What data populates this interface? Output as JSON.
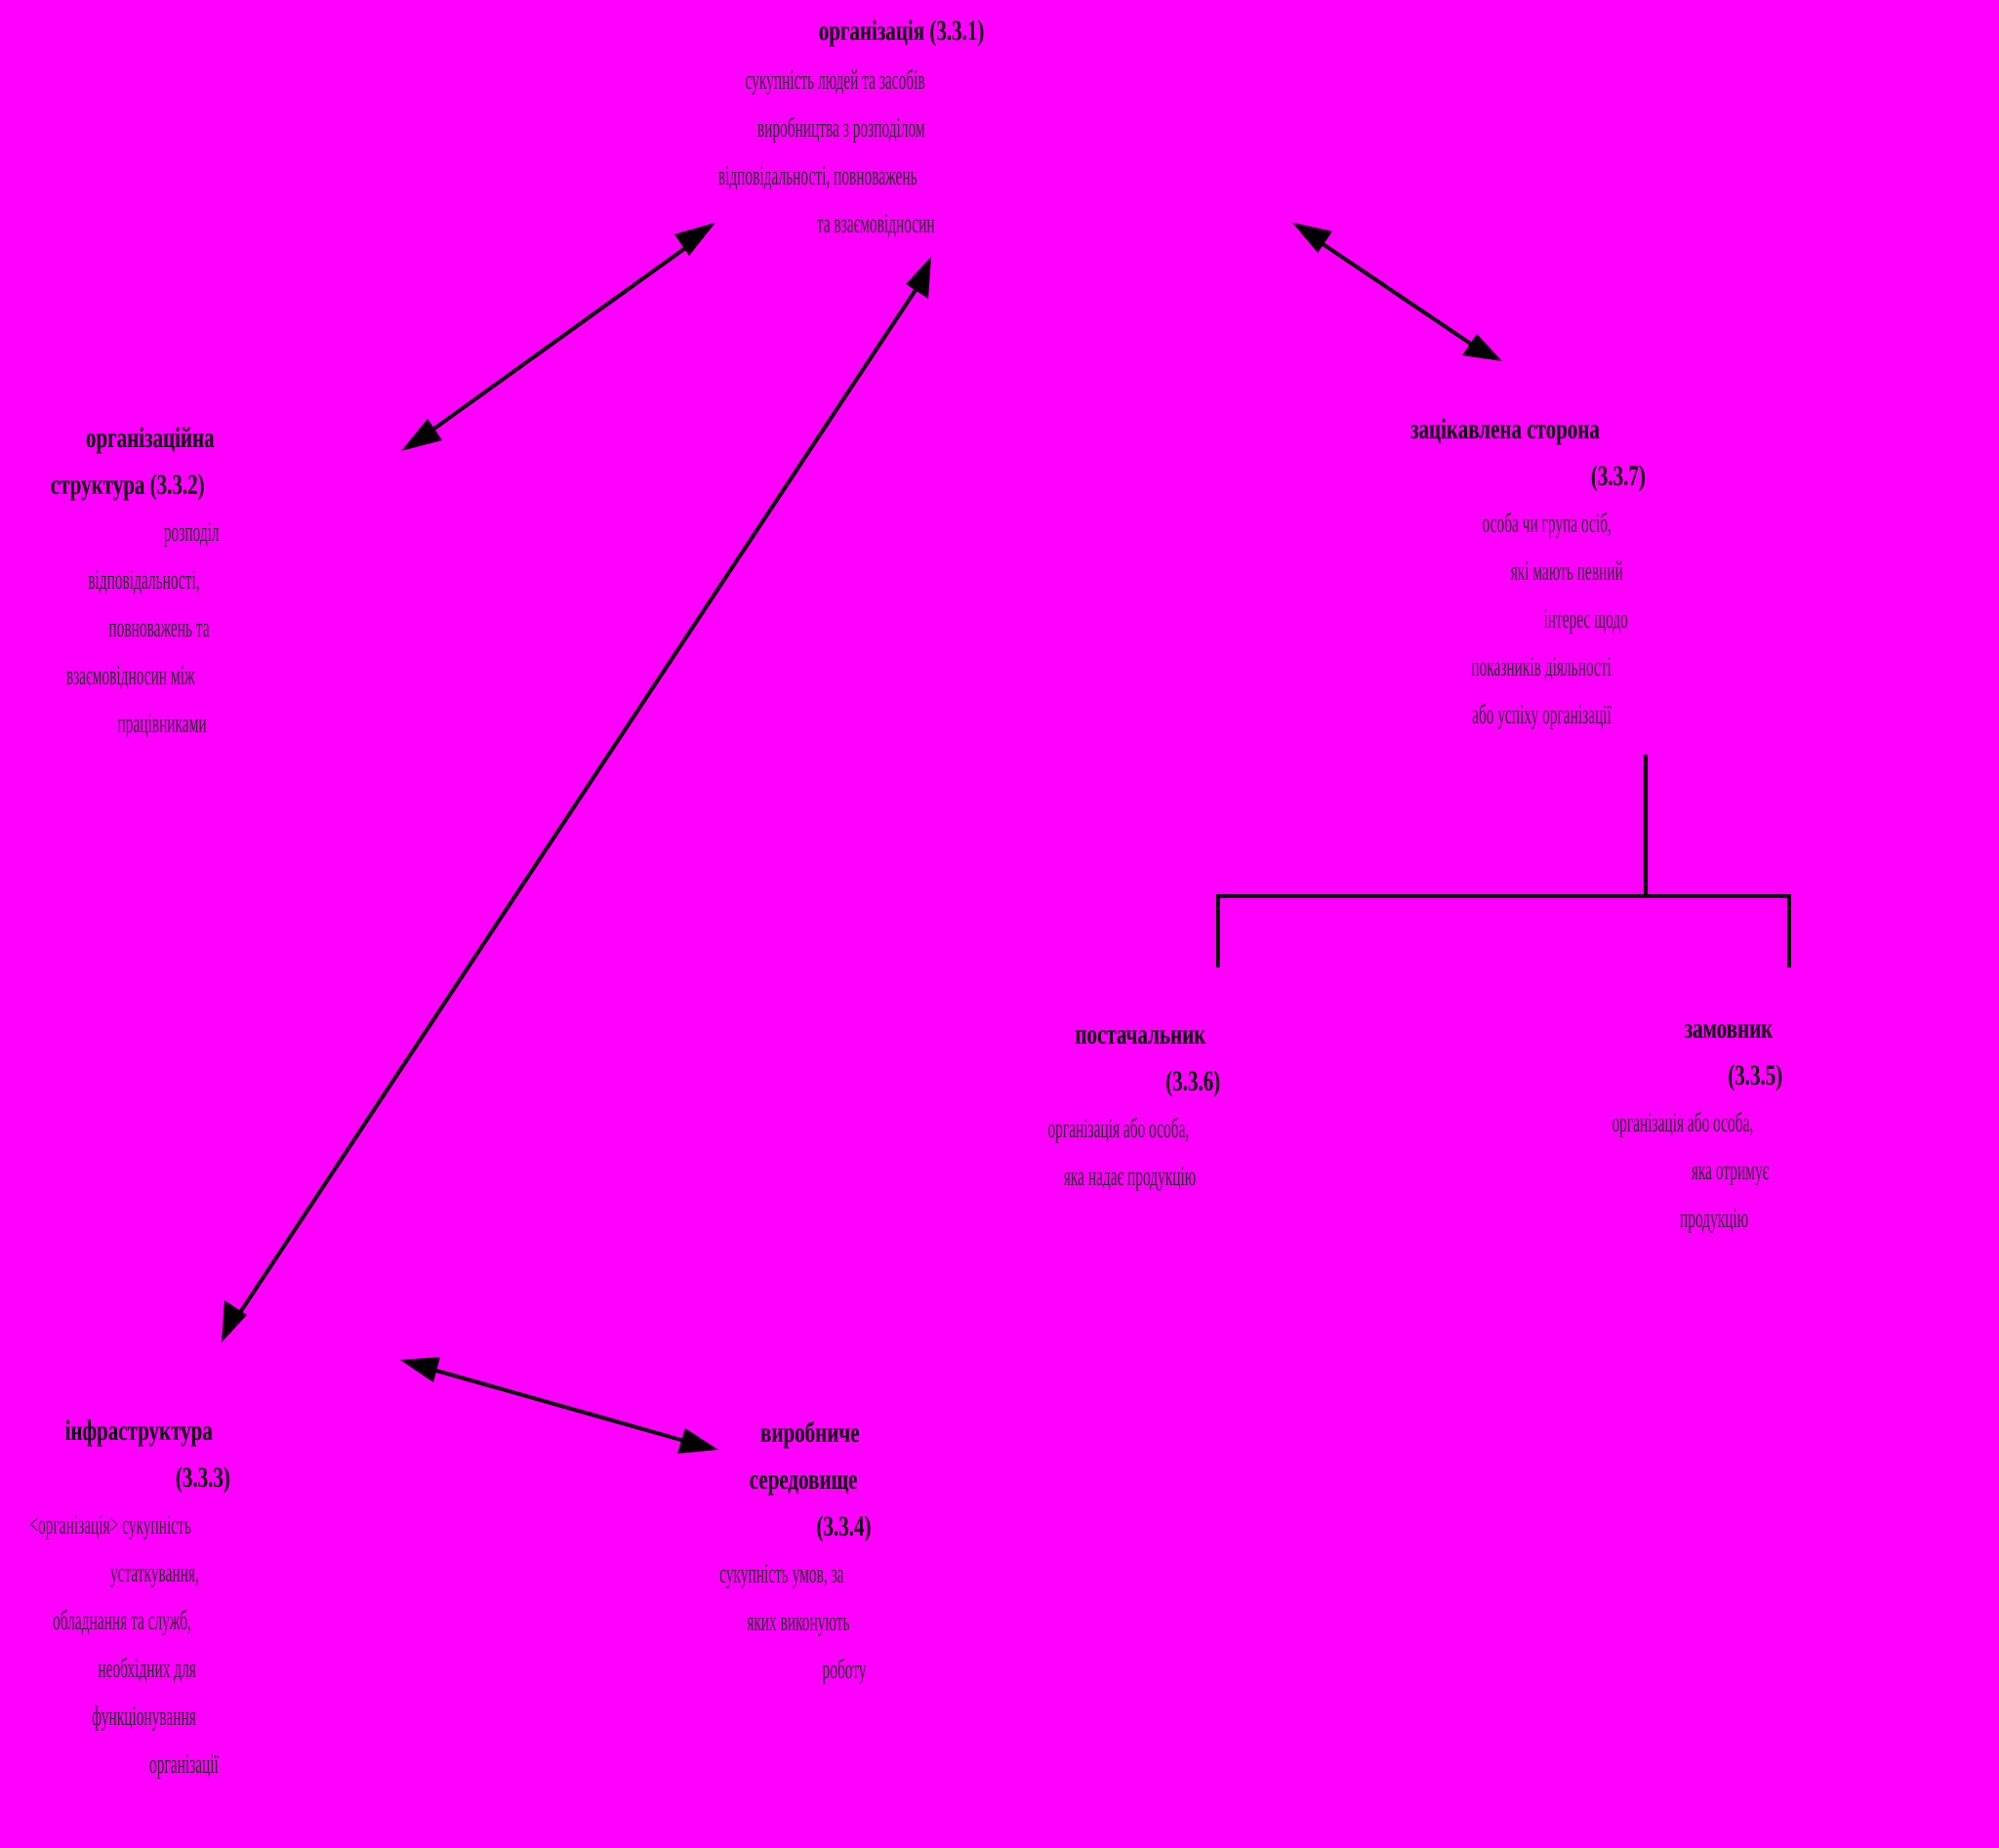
{
  "nodes": {
    "organization": {
      "title": "організація (3.3.1)",
      "definition": [
        "сукупність людей та засобів",
        "виробництва з розподілом",
        "відповідальності, повноважень",
        "та взаємовідносин"
      ]
    },
    "org_structure": {
      "title_lines": [
        "організаційна",
        "структура (3.3.2)"
      ],
      "definition": [
        "розподіл",
        "відповідальності,",
        "повноважень та",
        "взаємовідносин між",
        "працівниками"
      ]
    },
    "interested_party": {
      "title": "зацікавлена сторона",
      "code": "(3.3.7)",
      "definition": [
        "особа чи група осіб,",
        "які мають певний",
        "інтерес щодо",
        "показників діяльності",
        "або успіху організації"
      ]
    },
    "supplier": {
      "title": "постачальник",
      "code": "(3.3.6)",
      "definition": [
        "організація або особа,",
        "яка надає продукцію"
      ]
    },
    "customer": {
      "title": "замовник",
      "code": "(3.3.5)",
      "definition": [
        "організація або особа,",
        "яка отримує",
        "продукцію"
      ]
    },
    "infrastructure": {
      "title": "інфраструктура",
      "code": "(3.3.3)",
      "definition": [
        "<організація> сукупність",
        "устаткування,",
        "обладнання та служб,",
        "необхідних для",
        "функціонування",
        "організації"
      ]
    },
    "work_environment": {
      "title_lines": [
        "виробниче",
        "середовище"
      ],
      "code": "(3.3.4)",
      "definition": [
        "сукупність умов, за",
        "яких виконують",
        "роботу"
      ]
    }
  },
  "colors": {
    "background": "#ff00ff",
    "lines": "#000000"
  }
}
